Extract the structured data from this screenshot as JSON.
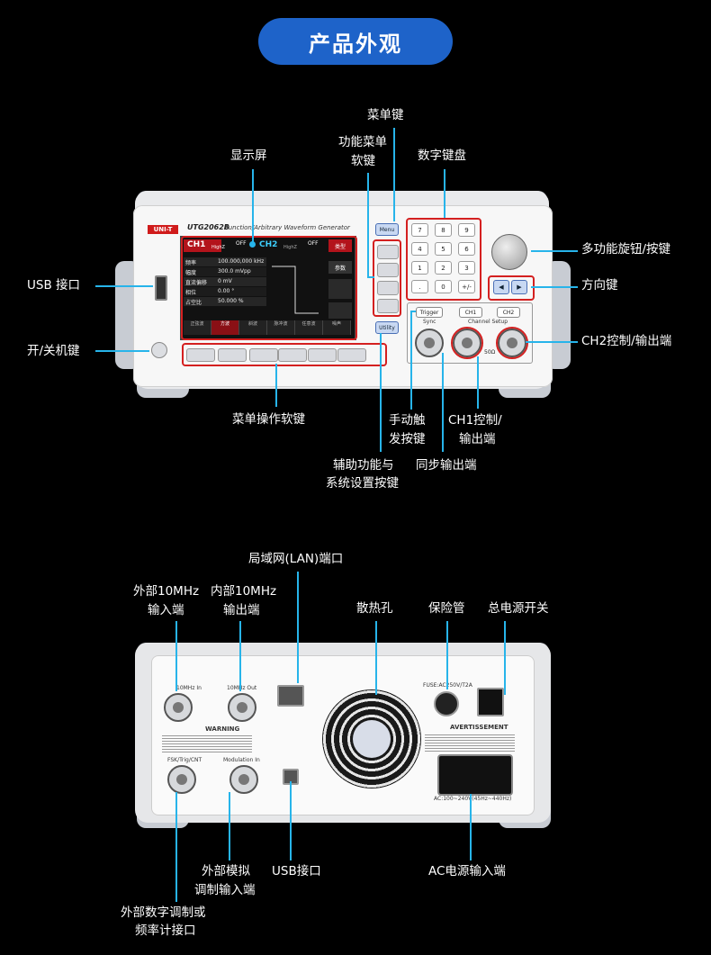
{
  "title": "产品外观",
  "front": {
    "brand": "UNI-T",
    "model": "UTG2062B",
    "device_caption": "Function/Arbitrary Waveform Generator",
    "screen": {
      "ch1": "CH1",
      "ch1_state": "OFF",
      "ch1_imp": "HighZ",
      "ch2": "CH2",
      "ch2_state": "OFF",
      "ch2_imp": "HighZ",
      "type_btn": "类型",
      "param_btn": "参数",
      "rows": [
        {
          "label": "频率",
          "value": "100.000,000 kHz"
        },
        {
          "label": "幅度",
          "value": "300.0 mVpp"
        },
        {
          "label": "直流偏移",
          "value": "0 mV"
        },
        {
          "label": "相位",
          "value": "0.00 °"
        },
        {
          "label": "占空比",
          "value": "50.000 %"
        }
      ],
      "tabs": [
        "正弦波",
        "方波",
        "斜波",
        "脉冲波",
        "任意波",
        "噪声"
      ]
    },
    "menu_key": "Menu",
    "utility_key": "Utility",
    "keypad": [
      "7",
      "8",
      "9",
      "4",
      "5",
      "6",
      "1",
      "2",
      "3",
      ".",
      "0",
      "+/-"
    ],
    "trigger_key": "Trigger",
    "sync_label": "Sync",
    "ch1_key": "CH1",
    "ch2_key": "CH2",
    "channel_setup": "Channel Setup",
    "ohm": "50Ω",
    "labels": {
      "menu_key": "菜单键",
      "func_soft_1": "功能菜单",
      "func_soft_2": "软键",
      "display": "显示屏",
      "numpad": "数字键盘",
      "knob": "多功能旋钮/按键",
      "usb": "USB 接口",
      "arrows": "方向键",
      "power": "开/关机键",
      "ch2_out": "CH2控制/输出端",
      "soft_menu": "菜单操作软键",
      "manual_trig_1": "手动触",
      "manual_trig_2": "发按键",
      "ch1_out_1": "CH1控制/",
      "ch1_out_2": "输出端",
      "aux_1": "辅助功能与",
      "aux_2": "系统设置按键",
      "sync_out": "同步输出端"
    }
  },
  "rear": {
    "ext_in_label": "10MHz In",
    "ext_out_label": "10MHz Out",
    "fsk_label": "FSK/Trig/CNT",
    "mod_label": "Modulation In",
    "warning": "WARNING",
    "fuse": "FUSE:AC250V/T2A",
    "avert": "AVERTISSEMENT",
    "ac_spec": "AC:100~240V(45Hz~440Hz)",
    "labels": {
      "lan": "局域网(LAN)端口",
      "ext10_in_1": "外部10MHz",
      "ext10_in_2": "输入端",
      "int10_out_1": "内部10MHz",
      "int10_out_2": "输出端",
      "vent": "散热孔",
      "fuse": "保险管",
      "main_switch": "总电源开关",
      "ext_mod_1": "外部模拟",
      "ext_mod_2": "调制输入端",
      "usb": "USB接口",
      "ac_in": "AC电源输入端",
      "fsk_1": "外部数字调制或",
      "fsk_2": "频率计接口"
    }
  }
}
